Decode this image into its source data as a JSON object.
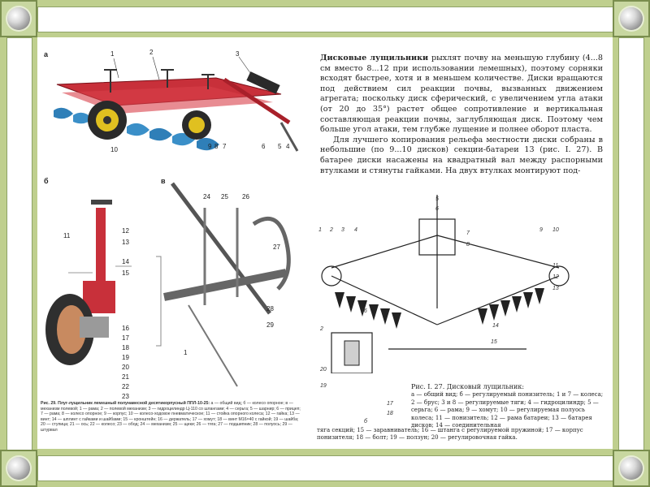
{
  "left_figure": {
    "label_a": "а",
    "label_b": "б",
    "label_v": "в",
    "callouts_a": [
      "1",
      "2",
      "3",
      "10",
      "9",
      "8",
      "7",
      "6",
      "5",
      "4"
    ],
    "callouts_b": [
      "11",
      "12",
      "13",
      "14",
      "15",
      "16",
      "17",
      "18",
      "19",
      "20",
      "21",
      "22",
      "23"
    ],
    "callouts_v": [
      "24",
      "25",
      "26",
      "27",
      "28",
      "29",
      "1"
    ],
    "caption_title": "Рис. 29. Плуг-лущильник лемешный полунавесной десятикорпусный ППЛ-10-25:",
    "caption_body": "а — общий вид; б — колесо опорное; в — механизм полевой; 1 — рама; 2 — полевой механизм; 3 — гидроцилиндр Ц-110 со шлангами; 4 — серьга; 5 — шарнир; 6 — прицеп; 7 — рама; 8 — колесо опорное; 9 — корпус; 10 — колесо-ходовое пневматическое; 11 — стойка опорного колеса; 12 — гайка; 13 — винт; 14 — шплинт с гайками и шайбами; 15 — кронштейн; 16 — держатель; 17 — хомут; 18 — винт М16×40 с гайкой; 19 — шайба; 20 — ступица; 21 — ось; 22 — колесо; 23 — обод; 24 — механизм; 25 — щеки; 26 — тяга; 27 — подшипник; 28 — полуось; 29 — штурвал"
  },
  "right_text": {
    "para1_bold": "Дисковые лущильники",
    "para1": " рыхлят почву на меньшую глубину (4...8 см вместо 8...12 при использовании лемешных), поэтому сорняки всходят быстрее, хотя и в меньшем количестве. Диски вращаются под действием сил реакции почвы, вызванных движением агрегата; поскольку диск сферический, с увеличением угла атаки (от 20 до 35°) растет общее сопротивление и вертикальная составляющая реакции почвы, заглубляющая диск. Поэтому чем больше угол атаки, тем глубже лущение и полнее оборот пласта.",
    "para2": "Для лучшего копирования рельефа местности диски собраны в небольшие (по 9...10 дисков) секции-батареи 13 (рис. I. 27). В батарее диски насажены на квадратный вал между распорными втулками и стянуты гайками. На двух втулках монтируют под-",
    "callouts": [
      "5",
      "6",
      "7",
      "8",
      "1",
      "2",
      "3",
      "4",
      "9",
      "10",
      "11",
      "12",
      "13",
      "14",
      "15",
      "16",
      "2",
      "20",
      "19",
      "17",
      "18",
      "б"
    ],
    "caption_title": "Рис. I. 27. Дисковый лущильник:",
    "caption_body": "а — общий вид; б — регулируемый понизитель; 1 и 7 — колеса; 2 — брус; 3 и 8 — регулируемые тяги; 4 — гидроцилиндр; 5 — серьга; 6 — рама; 9 — хомут; 10 — регулируемая полуось колеса; 11 — понизитель; 12 — рама батареи; 13 — батарея дисков; 14 — соединительная",
    "caption_tail": "тяга секций; 15 — заравниватель; 16 — штанга с регулируемой пружиной; 17 — корпус понизителя; 18 — болт; 19 — ползун; 20 — регулировочная гайка."
  }
}
